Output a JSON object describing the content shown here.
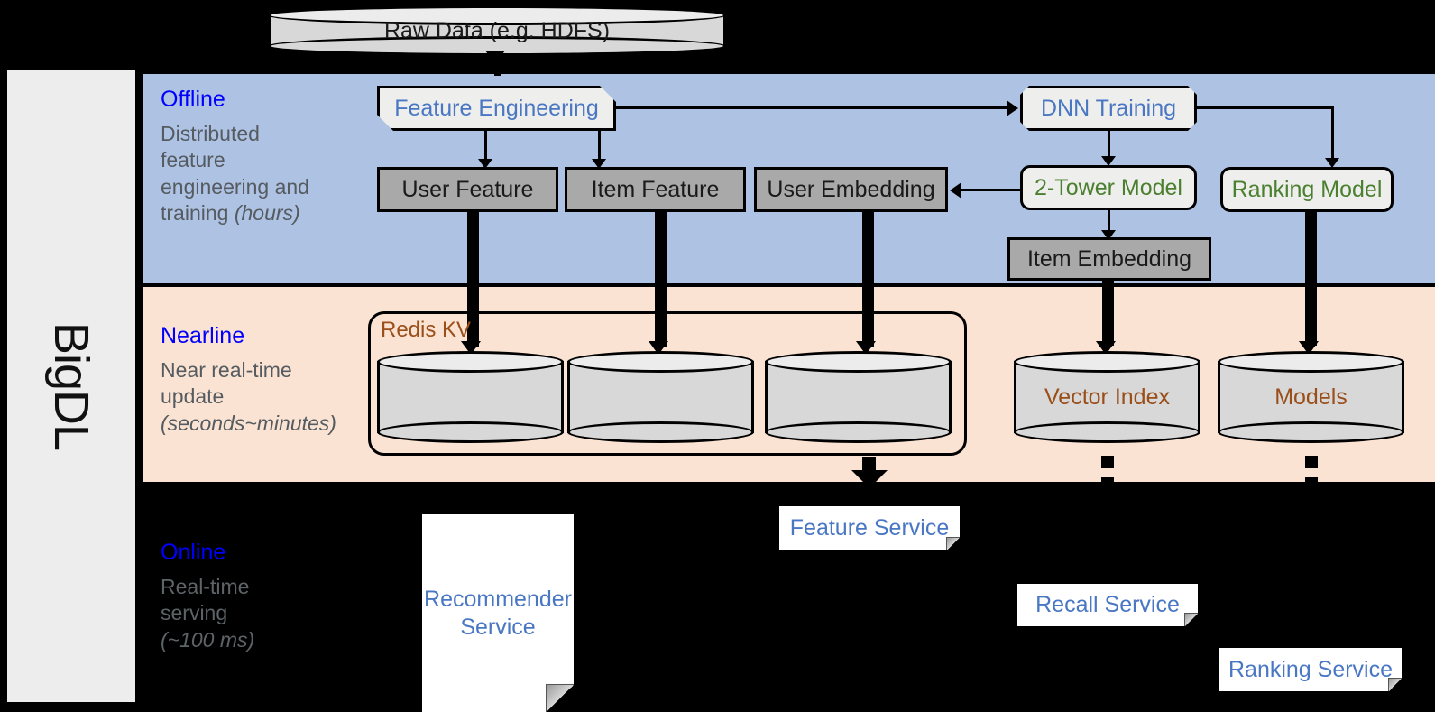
{
  "rail": {
    "label": "BigDL"
  },
  "bands": [
    {
      "key": "offline",
      "title": "Offline",
      "desc_line1": "Distributed",
      "desc_line2": "feature",
      "desc_line3": "engineering and",
      "desc_line4": "training ",
      "desc_italic": "(hours)",
      "bg_color": "#AEC3E4",
      "title_color": "#0000FF"
    },
    {
      "key": "nearline",
      "title": "Nearline",
      "desc_line1": "Near real-time",
      "desc_line2": "update",
      "desc_italic": "(seconds~minutes)",
      "bg_color": "#FAE3D2",
      "title_color": "#0000FF"
    },
    {
      "key": "online",
      "title": "Online",
      "desc_line1": "Real-time",
      "desc_line2": "serving",
      "desc_italic": "(~100 ms)",
      "bg_color": "#000000",
      "title_color": "#0000FF"
    }
  ],
  "nodes": {
    "raw_data": "Raw Data (e.g. HDFS)",
    "feature_engineering": "Feature Engineering",
    "dnn_training": "DNN Training",
    "user_feature": "User Feature",
    "item_feature": "Item Feature",
    "user_embedding": "User Embedding",
    "two_tower_model": "2-Tower Model",
    "ranking_model": "Ranking Model",
    "item_embedding": "Item Embedding",
    "redis_kv": "Redis KV",
    "vector_index": "Vector Index",
    "models": "Models",
    "feature_service": "Feature Service",
    "recommender_service_line1": "Recommender",
    "recommender_service_line2": "Service",
    "recall_service": "Recall Service",
    "ranking_service": "Ranking Service"
  },
  "colors": {
    "accent_blue": "#0000FF",
    "process_blue": "#4A77C4",
    "model_green": "#4C8031",
    "store_brown": "#9A4E1A",
    "offline_bg": "#AEC3E4",
    "nearline_bg": "#FAE3D2",
    "online_bg": "#000000",
    "data_box_gray": "#A9A9A9",
    "rail_gray": "#EDEDED"
  }
}
